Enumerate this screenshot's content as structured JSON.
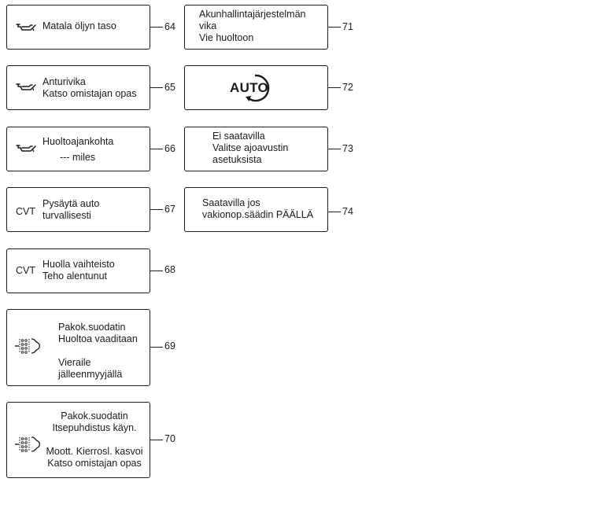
{
  "panels": [
    {
      "number": "64",
      "icon": "oil-can-icon",
      "lines": [
        "Matala öljyn taso"
      ]
    },
    {
      "number": "65",
      "icon": "oil-can-icon",
      "lines": [
        "Anturivika",
        "Katso omistajan opas"
      ]
    },
    {
      "number": "66",
      "icon": "oil-can-icon",
      "lines": [
        "Huoltoajankohta",
        "--- miles"
      ]
    },
    {
      "number": "67",
      "icon_text": "CVT",
      "lines": [
        "Pysäytä auto",
        "turvallisesti"
      ]
    },
    {
      "number": "68",
      "icon_text": "CVT",
      "lines": [
        "Huolla vaihteisto",
        "Teho alentunut"
      ]
    },
    {
      "number": "69",
      "icon": "particulate-filter-icon",
      "lines": [
        "Pakok.suodatin",
        "Huoltoa vaaditaan",
        "Vieraile",
        "jälleenmyyjällä"
      ]
    },
    {
      "number": "70",
      "icon": "particulate-filter-icon",
      "lines": [
        "Pakok.suodatin",
        "Itsepuhdistus käyn.",
        "Moott. Kierrosl. kasvoi",
        "Katso omistajan opas"
      ]
    },
    {
      "number": "71",
      "lines": [
        "Akunhallintajärjestelmän",
        "vika",
        "Vie huoltoon"
      ]
    },
    {
      "number": "72",
      "icon": "auto-start-stop-icon",
      "icon_text": "AUTO",
      "lines": []
    },
    {
      "number": "73",
      "lines": [
        "Ei saatavilla",
        "Valitse ajoavustin",
        "asetuksista"
      ]
    },
    {
      "number": "74",
      "lines": [
        "Saatavilla jos",
        "vakionop.säädin PÄÄLLÄ"
      ]
    }
  ]
}
